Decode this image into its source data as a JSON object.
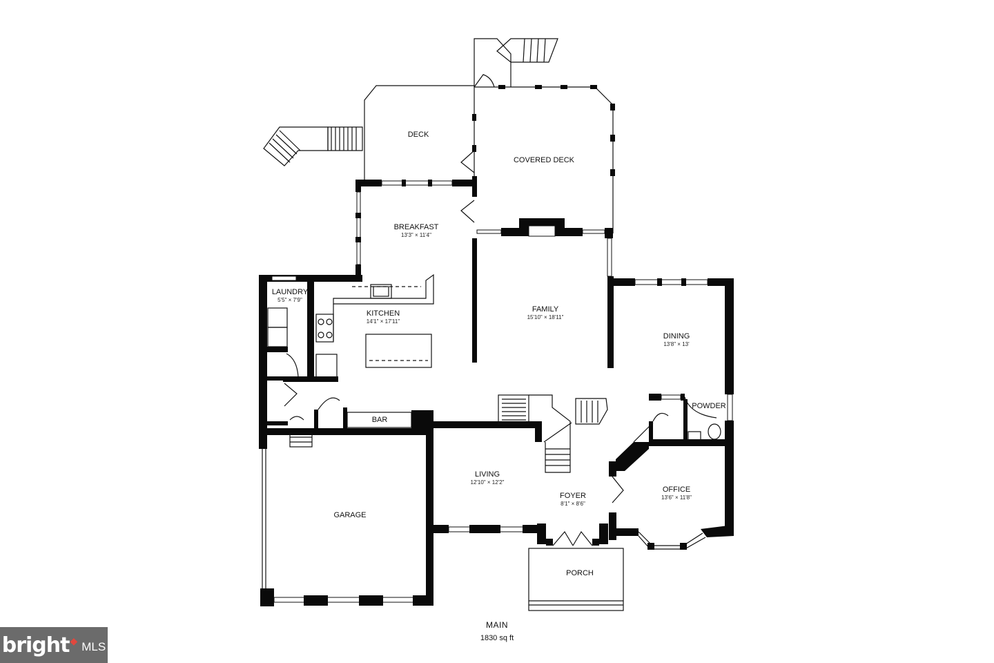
{
  "floor": {
    "name": "MAIN",
    "area": "1830 sq ft"
  },
  "rooms": [
    {
      "id": "deck",
      "name": "DECK",
      "dims": ""
    },
    {
      "id": "covered-deck",
      "name": "COVERED DECK",
      "dims": ""
    },
    {
      "id": "breakfast",
      "name": "BREAKFAST",
      "dims": "13'3\" × 11'4\""
    },
    {
      "id": "laundry",
      "name": "LAUNDRY",
      "dims": "5'5\" × 7'9\""
    },
    {
      "id": "kitchen",
      "name": "KITCHEN",
      "dims": "14'1\" × 17'11\""
    },
    {
      "id": "family",
      "name": "FAMILY",
      "dims": "15'10\" × 18'11\""
    },
    {
      "id": "dining",
      "name": "DINING",
      "dims": "13'8\" × 13'"
    },
    {
      "id": "powder",
      "name": "POWDER",
      "dims": ""
    },
    {
      "id": "bar",
      "name": "BAR",
      "dims": ""
    },
    {
      "id": "living",
      "name": "LIVING",
      "dims": "12'10\" × 12'2\""
    },
    {
      "id": "foyer",
      "name": "FOYER",
      "dims": "8'1\" × 8'6\""
    },
    {
      "id": "office",
      "name": "OFFICE",
      "dims": "13'6\" × 11'8\""
    },
    {
      "id": "garage",
      "name": "GARAGE",
      "dims": ""
    },
    {
      "id": "porch",
      "name": "PORCH",
      "dims": ""
    }
  ],
  "brand": {
    "word": "bright",
    "suffix": "MLS",
    "mark_color": "#e0483e",
    "badge_color": "#6b6b6b"
  }
}
